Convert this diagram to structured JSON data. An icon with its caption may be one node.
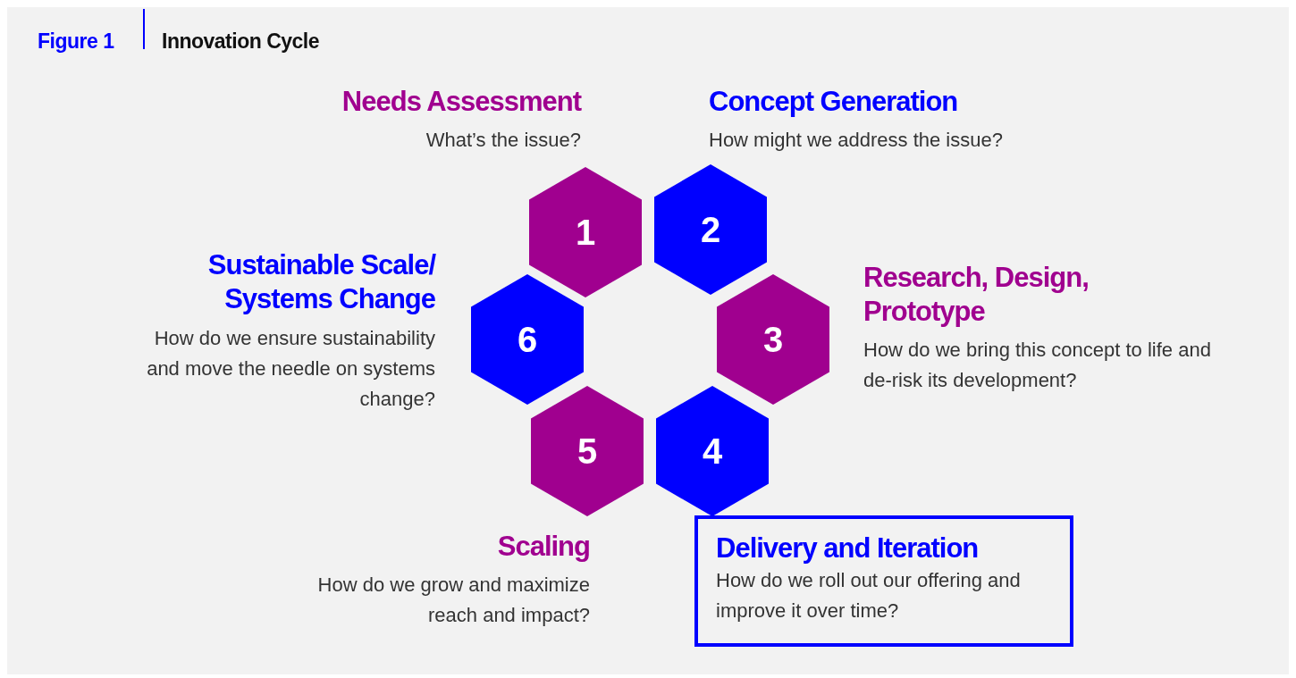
{
  "diagram": {
    "title": "Innovation Cycle",
    "nodes": [
      {
        "text": [
          "1"
        ],
        "beside": [
          "Needs Assessment",
          "What’s the issue?"
        ]
      },
      {
        "text": [
          "2"
        ],
        "beside": [
          "Concept Generation",
          "How might we address the issue?"
        ]
      },
      {
        "text": [
          "3"
        ],
        "beside": [
          "Research, Design, Prototype",
          "How do we bring this concept to life and de-risk its development?"
        ]
      },
      {
        "text": [
          "4"
        ]
      },
      {
        "text": [
          "5"
        ],
        "beside": [
          "Scaling",
          "How do we grow and maximize reach and impact?"
        ]
      },
      {
        "text": [
          "6"
        ],
        "beside": [
          "Sustainable Scale/ Systems Change",
          "How do we ensure sustainability and move the needle on systems change?"
        ]
      },
      {
        "text": [
          "Delivery and Iteration",
          "How do we roll out our offering and improve it over time?"
        ]
      }
    ],
    "labels": [
      "Figure 1"
    ]
  }
}
